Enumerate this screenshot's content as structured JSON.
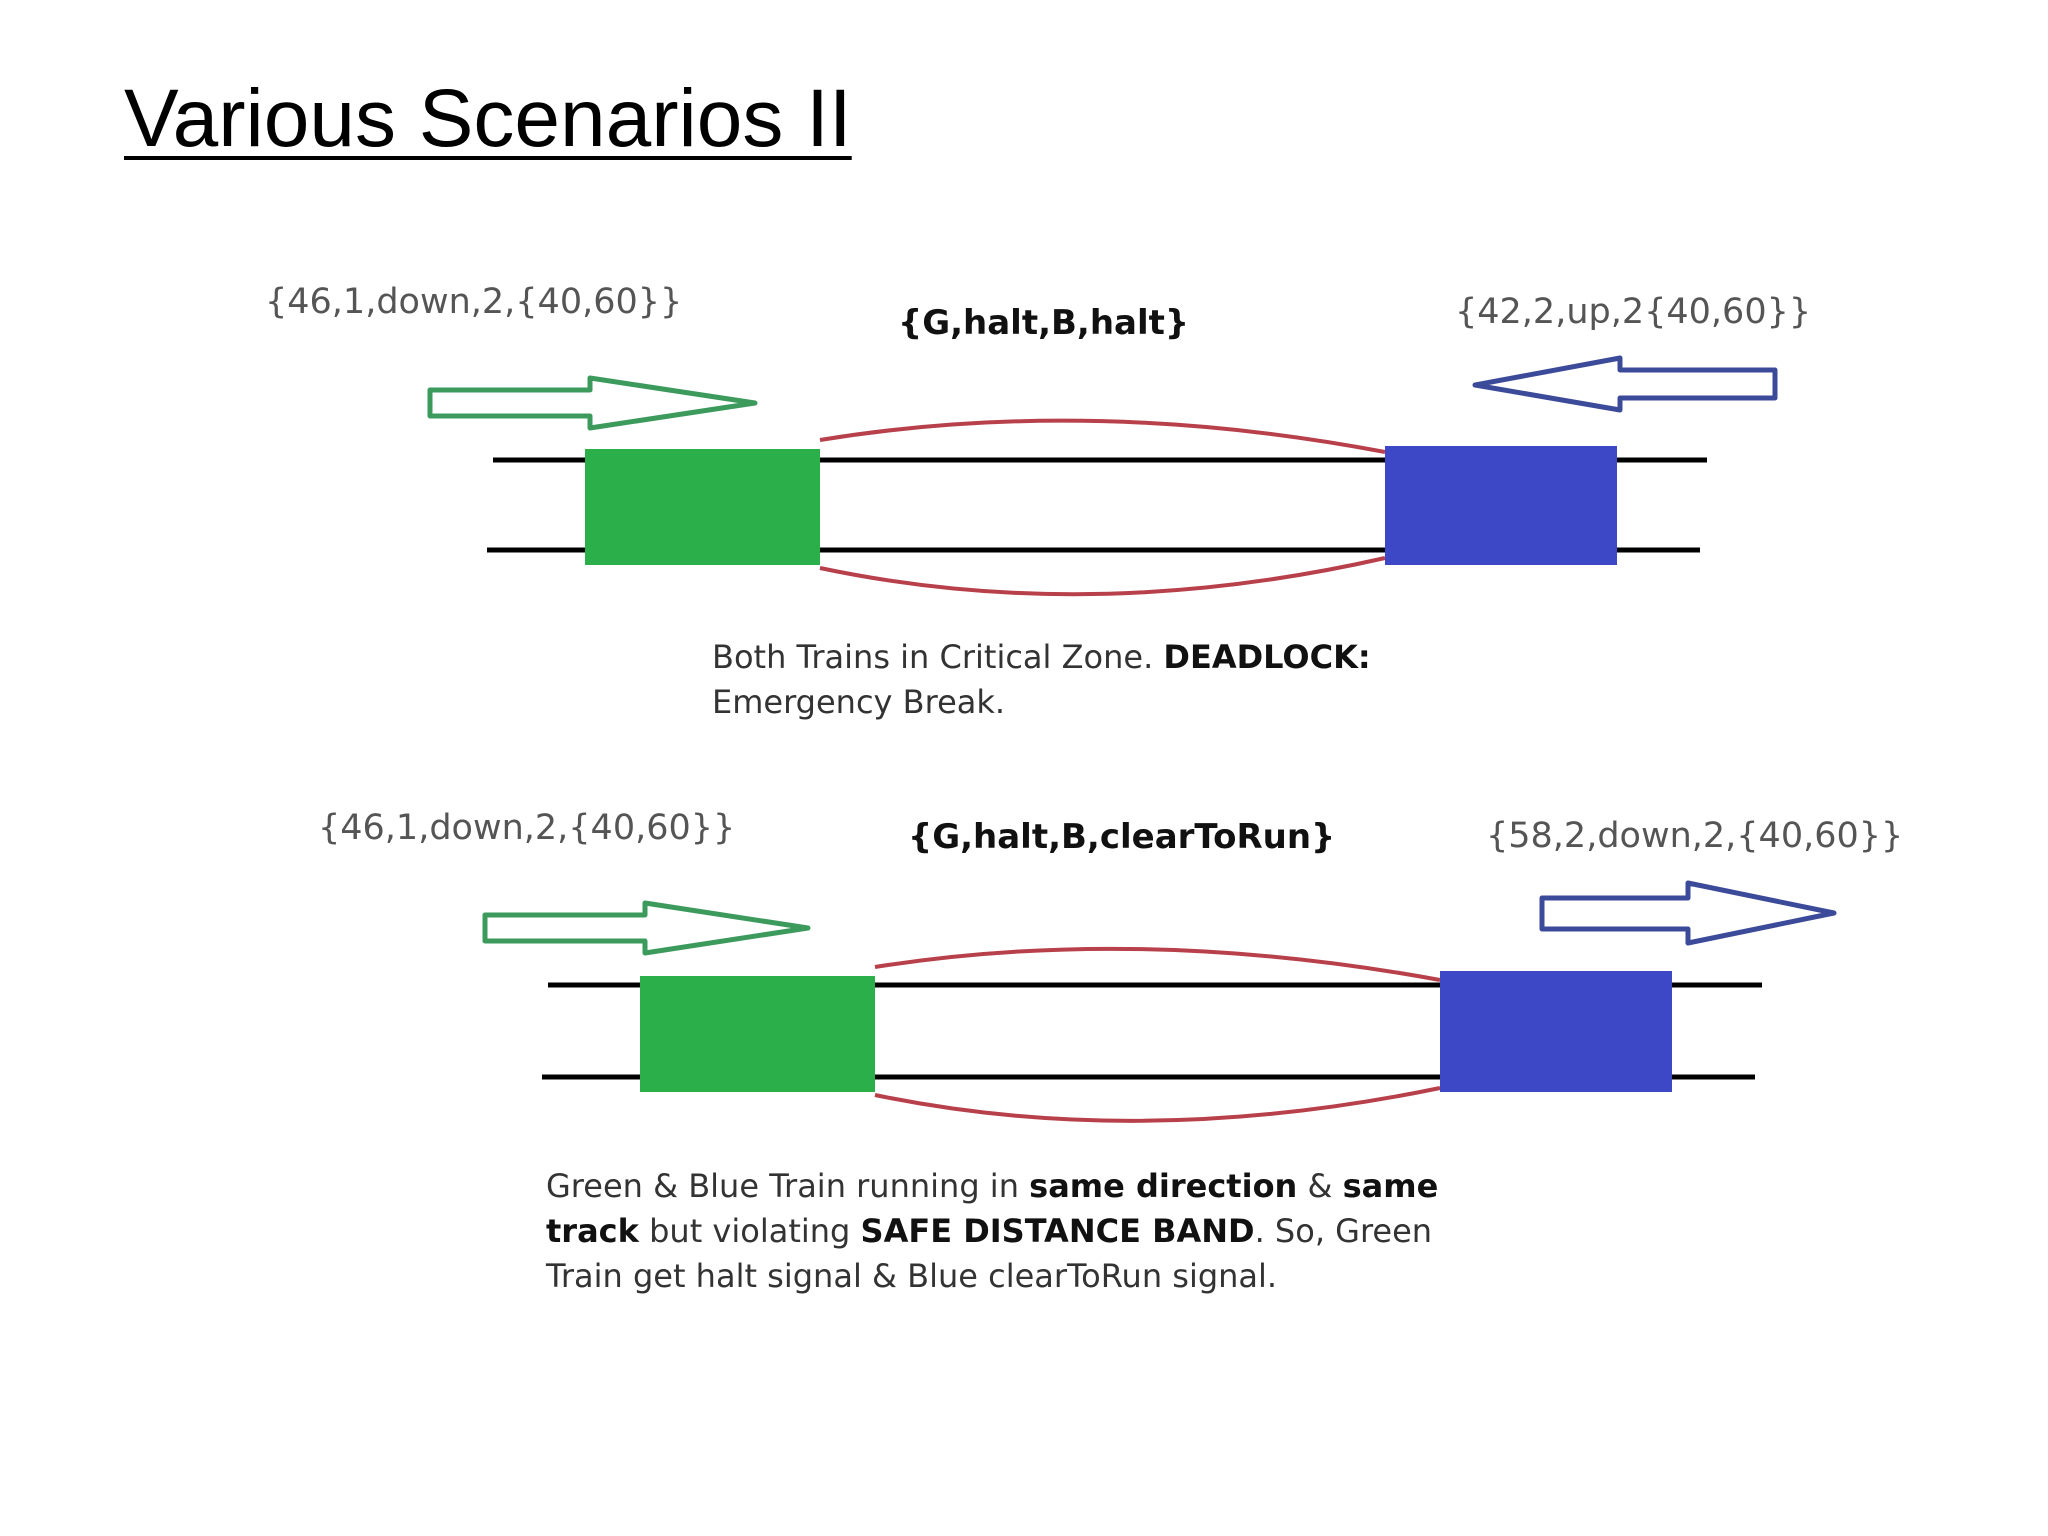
{
  "title": "Various Scenarios II",
  "colors": {
    "green_train": "#2aaf4a",
    "blue_train": "#3d48c6",
    "critical_zone": "#b8404a",
    "green_arrow": "#3b9a5c",
    "blue_arrow": "#3c4a9a",
    "track": "#000000"
  },
  "scenario1": {
    "green_status": "{46,1,down,2,{40,60}}",
    "signal": "{G,halt,B,halt}",
    "blue_status": "{42,2,up,2{40,60}}",
    "caption": {
      "t1": "Both Trains in Critical Zone. ",
      "t2": "DEADLOCK:",
      "t3": "Emergency Break."
    }
  },
  "scenario2": {
    "green_status": "{46,1,down,2,{40,60}}",
    "signal": "{G,halt,B,clearToRun}",
    "blue_status": "{58,2,down,2,{40,60}}",
    "caption": {
      "t1": "Green & Blue Train running in ",
      "t2": "same direction",
      "t3": " & ",
      "t4": "same",
      "t5": "track",
      "t6": " but violating ",
      "t7": "SAFE DISTANCE BAND",
      "t8": ". So, Green",
      "t9": "Train get halt signal & Blue clearToRun signal."
    }
  }
}
